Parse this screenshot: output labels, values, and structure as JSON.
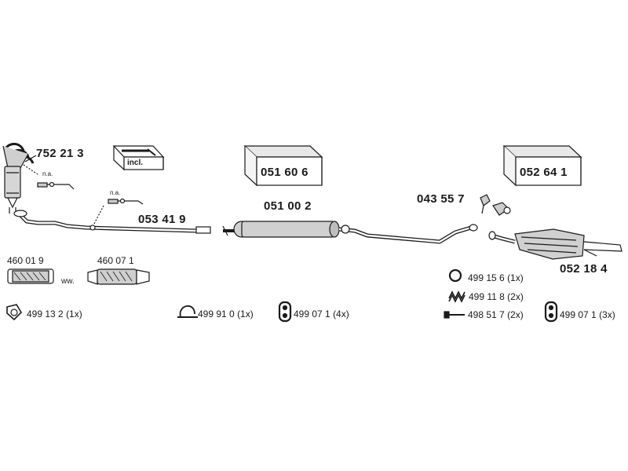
{
  "parts": {
    "manifold_catalyst": "752 21 3",
    "front_pipe": "053 41 9",
    "center_silencer": "051 00 2",
    "rear_silencer": "052 18 4",
    "mounting_kit_center": "051 60 6",
    "mounting_kit_rear": "052 64 1",
    "clamp_bolts": "043 55 7",
    "flex_pipe_1": "460 01 9",
    "flex_pipe_2": "460 07 1"
  },
  "labels": {
    "not_available_1": "n.a.",
    "not_available_2": "n.a.",
    "included": "incl.",
    "alternative": "ww."
  },
  "accessories": [
    {
      "code": "499 13 2",
      "qty": "(1x)",
      "icon": "gasket-icon"
    },
    {
      "code": "499 91 0",
      "qty": "(1x)",
      "icon": "clamp-icon"
    },
    {
      "code": "499 07 1",
      "qty": "(4x)",
      "icon": "rubber-mount-icon"
    },
    {
      "code": "499 15 6",
      "qty": "(1x)",
      "icon": "ring-icon"
    },
    {
      "code": "499 11 8",
      "qty": "(2x)",
      "icon": "spring-icon"
    },
    {
      "code": "498 51 7",
      "qty": "(2x)",
      "icon": "bolt-icon"
    },
    {
      "code": "499 07 1",
      "qty": "(3x)",
      "icon": "rubber-mount-icon"
    }
  ],
  "colors": {
    "line": "#1a1a1a",
    "part_fill": "#c8c8c8",
    "dark_fill": "#555555"
  }
}
